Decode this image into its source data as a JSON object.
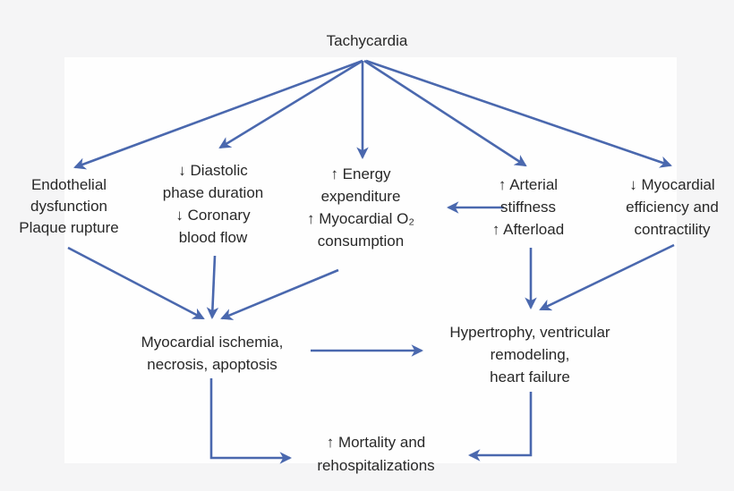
{
  "nodes": {
    "tachycardia": {
      "label": "Tachycardia"
    },
    "endothelial": {
      "lines": [
        "Endothelial",
        "dysfunction",
        "Plaque rupture"
      ]
    },
    "diastolic": {
      "lines": [
        "↓ Diastolic",
        "phase duration",
        "↓ Coronary",
        "blood flow"
      ]
    },
    "energy": {
      "lines": [
        "↑ Energy",
        "expenditure",
        "↑ Myocardial O₂",
        "consumption"
      ]
    },
    "arterial": {
      "lines": [
        "↑ Arterial",
        "stiffness",
        "↑ Afterload"
      ]
    },
    "efficiency": {
      "lines": [
        "↓ Myocardial",
        "efficiency and",
        "contractility"
      ]
    },
    "ischemia": {
      "lines": [
        "Myocardial ischemia,",
        "necrosis, apoptosis"
      ]
    },
    "hypertrophy": {
      "lines": [
        "Hypertrophy, ventricular",
        "remodeling,",
        "heart failure"
      ]
    },
    "mortality": {
      "lines": [
        "↑ Mortality and",
        "rehospitalizations"
      ]
    }
  },
  "edges": [
    {
      "from": "tachycardia",
      "to": "endothelial"
    },
    {
      "from": "tachycardia",
      "to": "diastolic"
    },
    {
      "from": "tachycardia",
      "to": "energy"
    },
    {
      "from": "tachycardia",
      "to": "arterial"
    },
    {
      "from": "tachycardia",
      "to": "efficiency"
    },
    {
      "from": "arterial",
      "to": "energy"
    },
    {
      "from": "endothelial",
      "to": "ischemia"
    },
    {
      "from": "diastolic",
      "to": "ischemia"
    },
    {
      "from": "energy",
      "to": "ischemia"
    },
    {
      "from": "arterial",
      "to": "hypertrophy"
    },
    {
      "from": "efficiency",
      "to": "hypertrophy"
    },
    {
      "from": "ischemia",
      "to": "hypertrophy"
    },
    {
      "from": "ischemia",
      "to": "mortality"
    },
    {
      "from": "hypertrophy",
      "to": "mortality"
    }
  ],
  "colors": {
    "arrow": "#4a68ae",
    "text": "#282828",
    "panel": "#fefefe",
    "background": "#f5f5f6"
  }
}
